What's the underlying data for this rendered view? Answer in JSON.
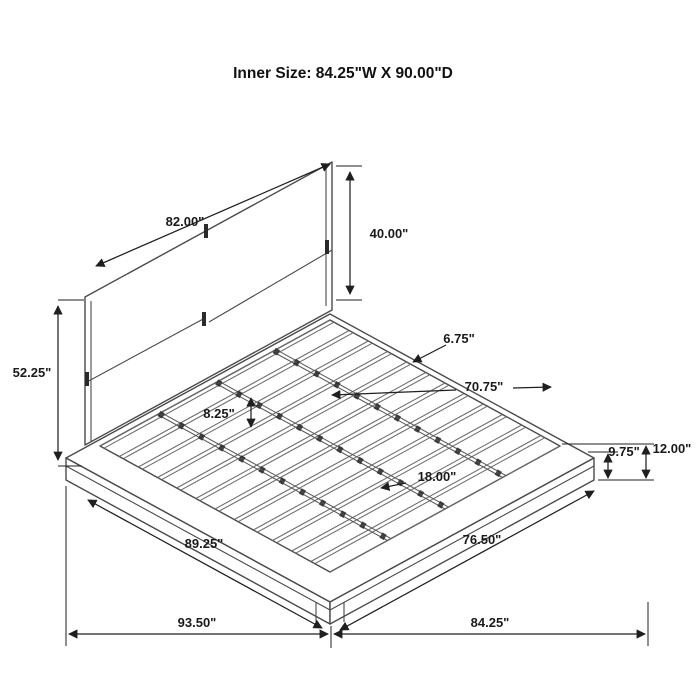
{
  "title": "Inner Size: 84.25\"W X 90.00\"D",
  "dims": {
    "headboard_width": "82.00\"",
    "panel_height": "40.00\"",
    "headboard_height": "52.25\"",
    "slat_gap": "6.75\"",
    "slat_length": "70.75\"",
    "slat_pitch": "8.25\"",
    "center_spacing": "18.00\"",
    "rail_height": "9.75\"",
    "platform_height": "12.00\"",
    "platform_depth": "89.25\"",
    "platform_width": "76.50\"",
    "overall_depth": "93.50\"",
    "overall_width": "84.25\""
  },
  "colors": {
    "line": "#4a4a4a",
    "dimension": "#1f1f1f",
    "background": "#ffffff"
  }
}
